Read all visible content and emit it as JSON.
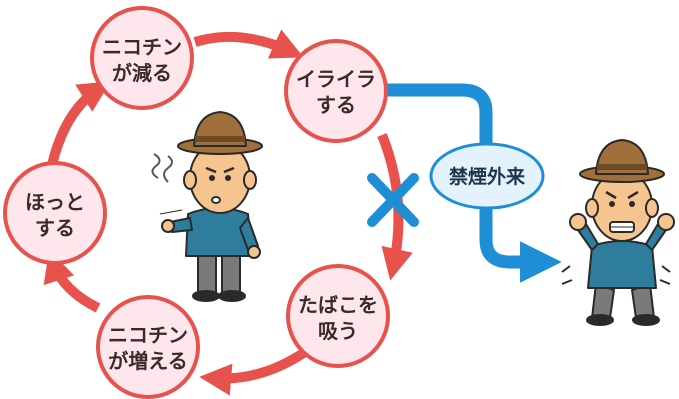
{
  "cycle": {
    "nicotine_down": [
      "ニコチン",
      "が減る"
    ],
    "irritated": [
      "イライラ",
      "する"
    ],
    "smoke": [
      "たばこを",
      "吸う"
    ],
    "nicotine_up": [
      "ニコチン",
      "が増える"
    ],
    "relief": [
      "ほっと",
      "する"
    ]
  },
  "callout": {
    "label": "禁煙外来"
  },
  "colors": {
    "cycle_arrow": "#e8524d",
    "node_fill": "#fde7ec",
    "node_stroke": "#e8524d",
    "blue_arrow": "#1e8fd6",
    "cross": "#1e8fd6",
    "callout_fill": "#e4f3fb",
    "callout_stroke": "#1e8fd6",
    "hat": "#a0703c",
    "shirt": "#2f7d9c",
    "skin": "#f6c48f",
    "pants": "#7a7a7a"
  },
  "icons": [
    "cross-icon",
    "smoking-man-illustration",
    "distressed-man-illustration"
  ]
}
